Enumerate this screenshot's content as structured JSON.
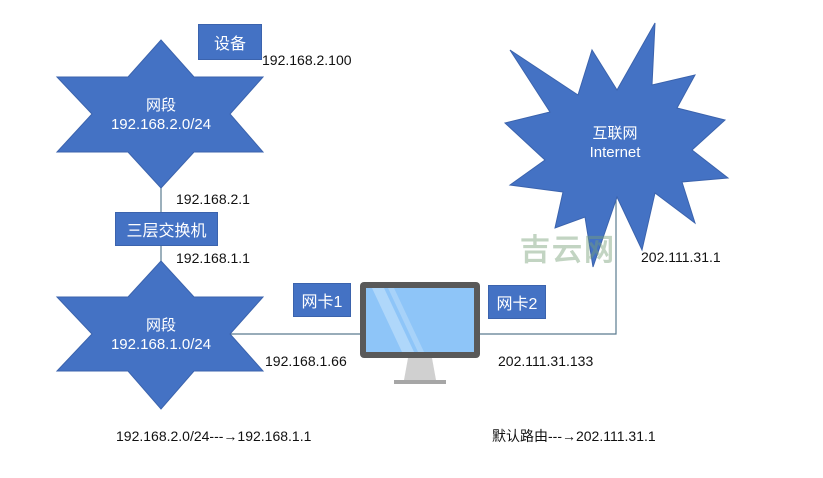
{
  "colors": {
    "shape_fill": "#4472C4",
    "line": "#5B7B8F",
    "monitor_frame": "#595959",
    "monitor_screen": "#8EC5F8",
    "monitor_stand": "#D0D0D0",
    "label_text": "#111111",
    "shape_text": "#FFFFFF",
    "watermark": "#A8C4A8"
  },
  "upper_segment": {
    "title": "网段",
    "subnet": "192.168.2.0/24"
  },
  "device": {
    "label": "设备",
    "ip": "192.168.2.100"
  },
  "switch": {
    "label": "三层交换机",
    "upper_ip": "192.168.2.1",
    "lower_ip": "192.168.1.1"
  },
  "lower_segment": {
    "title": "网段",
    "subnet": "192.168.1.0/24"
  },
  "nic1": {
    "label": "网卡1",
    "ip": "192.168.1.66"
  },
  "nic2": {
    "label": "网卡2",
    "ip": "202.111.31.133"
  },
  "internet": {
    "title": "互联网",
    "subtitle": "Internet",
    "gateway_ip": "202.111.31.1"
  },
  "routes": {
    "static_route": "192.168.2.0/24---→192.168.1.1",
    "default_route": "默认路由---→202.111.31.1"
  },
  "watermark": "吉云网"
}
